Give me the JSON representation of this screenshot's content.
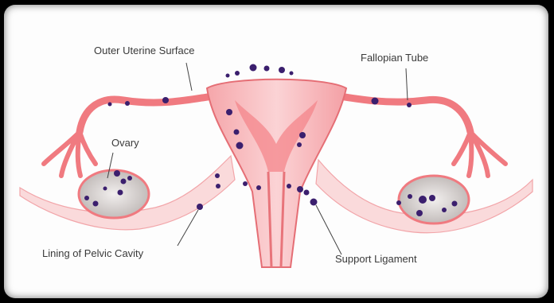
{
  "labels": {
    "outer_uterine_surface": "Outer Uterine Surface",
    "fallopian_tube": "Fallopian Tube",
    "ovary": "Ovary",
    "lining_of_pelvic_cavity": "Lining of Pelvic Cavity",
    "support_ligament": "Support Ligament"
  },
  "colors": {
    "tissue": "#f07a80",
    "tissue_light": "#f8b7ba",
    "ovary": "#d9d4d2",
    "lesion": "#3b1f6e",
    "leader_line": "#444444"
  }
}
